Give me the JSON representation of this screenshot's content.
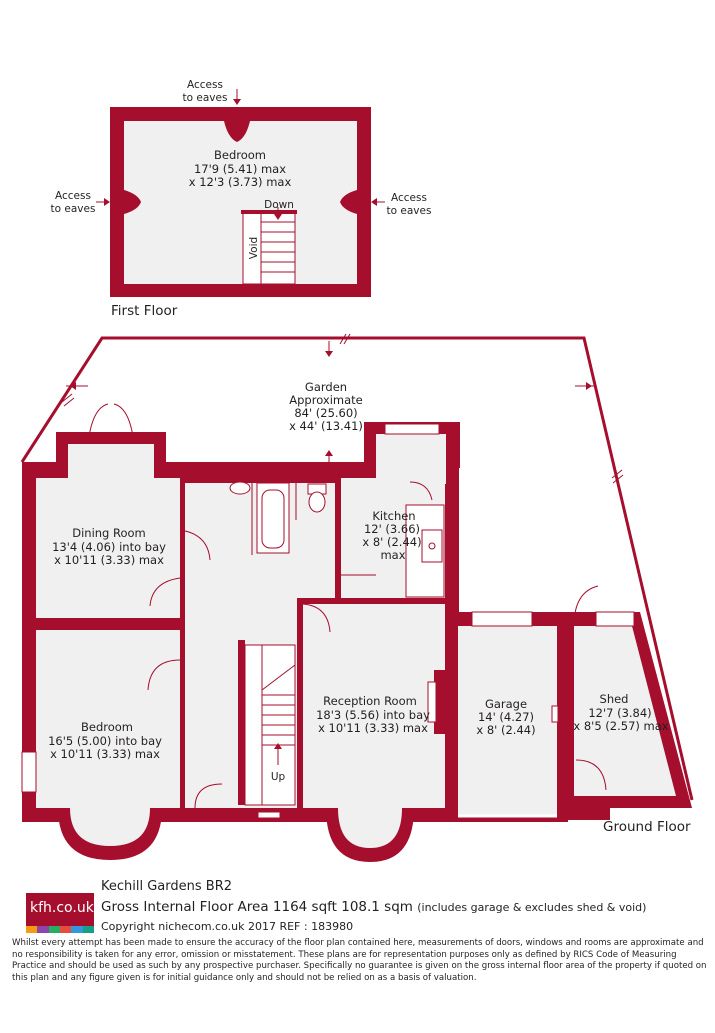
{
  "first_floor": {
    "title": "First Floor",
    "bedroom": {
      "name": "Bedroom",
      "size_line1": "17'9 (5.41) max",
      "size_line2": "x 12'3 (3.73) max"
    },
    "access_top": [
      "Access",
      "to eaves"
    ],
    "access_left": [
      "Access",
      "to eaves"
    ],
    "access_right": [
      "Access",
      "to eaves"
    ],
    "down_label": "Down",
    "void_label": "Void"
  },
  "ground_floor": {
    "title": "Ground Floor",
    "garden": {
      "line1": "Garden",
      "line2": "Approximate",
      "line3": "84' (25.60)",
      "line4": "x 44' (13.41)"
    },
    "dining_room": {
      "name": "Dining Room",
      "size_line1": "13'4 (4.06) into bay",
      "size_line2": "x 10'11 (3.33) max"
    },
    "kitchen": {
      "name": "Kitchen",
      "size_line1": "12' (3.66)",
      "size_line2": "x 8' (2.44)",
      "size_line3": "max"
    },
    "bedroom": {
      "name": "Bedroom",
      "size_line1": "16'5 (5.00) into bay",
      "size_line2": "x 10'11 (3.33) max"
    },
    "reception_room": {
      "name": "Reception Room",
      "size_line1": "18'3 (5.56) into bay",
      "size_line2": "x 10'11 (3.33) max"
    },
    "garage": {
      "name": "Garage",
      "size_line1": "14' (4.27)",
      "size_line2": "x 8' (2.44)"
    },
    "shed": {
      "name": "Shed",
      "size_line1": "12'7 (3.84)",
      "size_line2": "x 8'5 (2.57) max"
    },
    "up_label": "Up"
  },
  "footer": {
    "logo_text": "kfh.co.uk",
    "logo_colors": [
      "#f39c12",
      "#8e44ad",
      "#27ae60",
      "#e74c3c",
      "#3498db",
      "#16a085"
    ],
    "address": "Kechill Gardens  BR2",
    "area_main": "Gross Internal Floor Area 1164 sqft 108.1 sqm",
    "area_note": "(includes garage & excludes shed & void)",
    "copyright": "Copyright nichecom.co.uk 2017 REF : 183980",
    "disclaimer": "Whilst every attempt has been made to ensure the accuracy of the floor plan contained here, measurements of doors, windows and rooms are approximate and no responsibility is taken for any error, omission or misstatement.  These plans are for representation purposes only as defined by RICS Code of Measuring Practice and should be used as such by any prospective purchaser.  Specifically no guarantee is given on the gross internal floor area of the property if quoted on this plan and any figure given is for initial guidance only and should not be relied on as a basis of valuation."
  },
  "colors": {
    "wall": "#a50e2d",
    "room_fill": "#f1f0f0",
    "text": "#231f20"
  }
}
